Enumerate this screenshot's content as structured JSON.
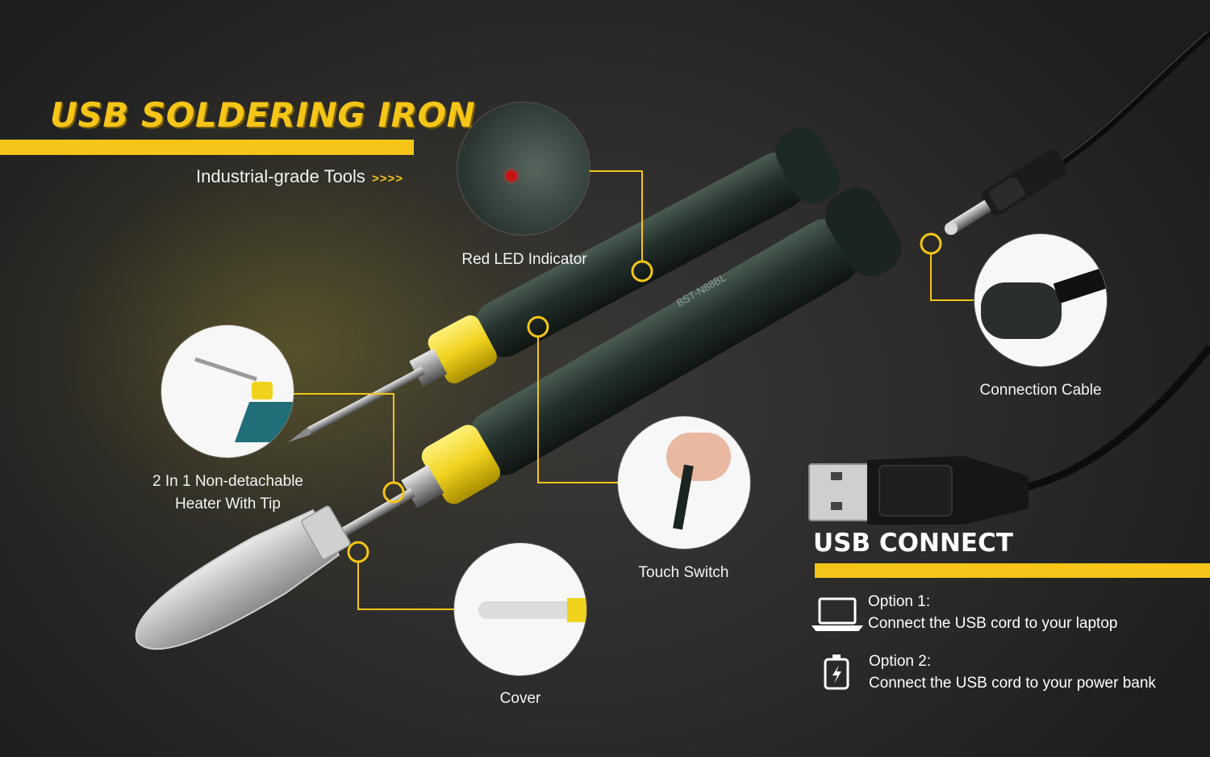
{
  "title": "USB SOLDERING IRON",
  "subtitle": "Industrial-grade Tools",
  "subtitle_arrows": ">>>>",
  "callouts": {
    "red_led": "Red LED Indicator",
    "connection_cable": "Connection Cable",
    "heater_line1": "2 In 1 Non-detachable",
    "heater_line2": "Heater With Tip",
    "touch_switch": "Touch Switch",
    "cover": "Cover"
  },
  "usb_connect": {
    "title": "USB CONNECT",
    "options": [
      {
        "label": "Option 1:",
        "text": "Connect the USB cord to your laptop",
        "icon": "laptop-icon"
      },
      {
        "label": "Option 2:",
        "text": "Connect the USB cord to your power bank",
        "icon": "battery-icon"
      }
    ]
  },
  "iron_marking": "BST-N88BL",
  "colors": {
    "accent": "#f5c518",
    "background": "#262524",
    "text": "#ffffff"
  }
}
